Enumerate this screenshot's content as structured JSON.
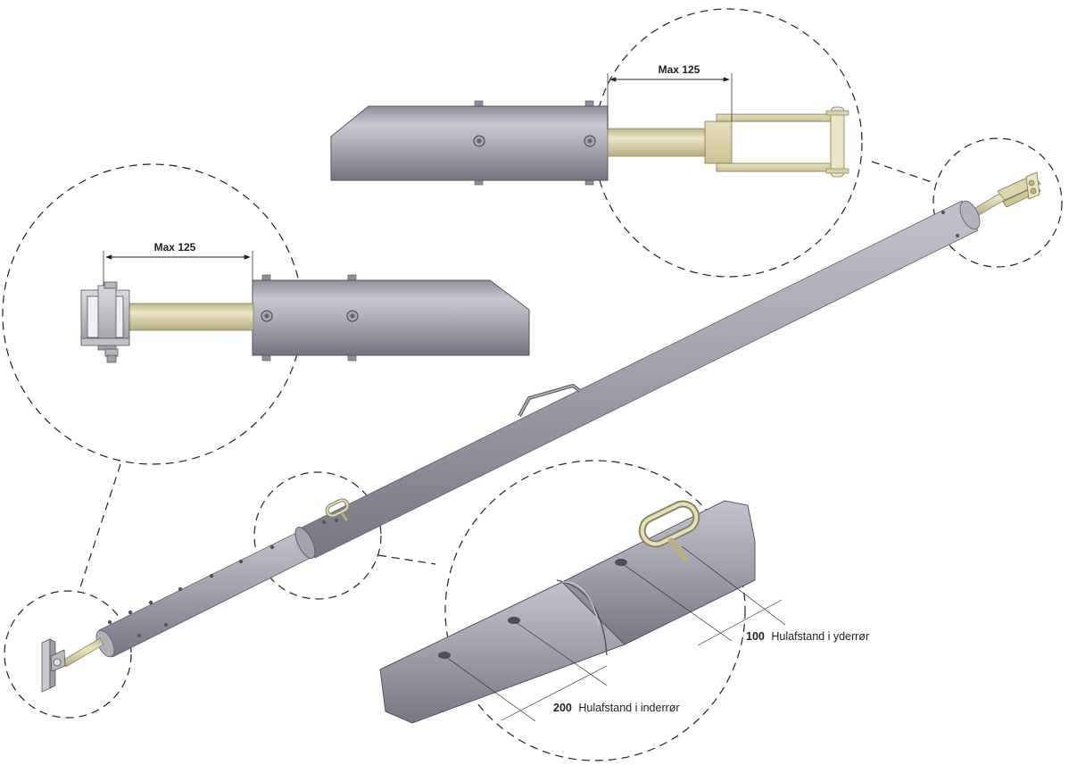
{
  "annotations": {
    "max_top": "Max 125",
    "max_left": "Max 125",
    "outer_value": "100",
    "outer_text": "Hulafstand i yderrør",
    "inner_value": "200",
    "inner_text": "Hulafstand i inderrør"
  },
  "colors": {
    "tube_light": "#c9c8d2",
    "tube_mid": "#a9a8b4",
    "tube_dark": "#7e7d89",
    "rod_light": "#e8e2bf",
    "rod_dark": "#c8bf90",
    "dash": "#222222"
  }
}
